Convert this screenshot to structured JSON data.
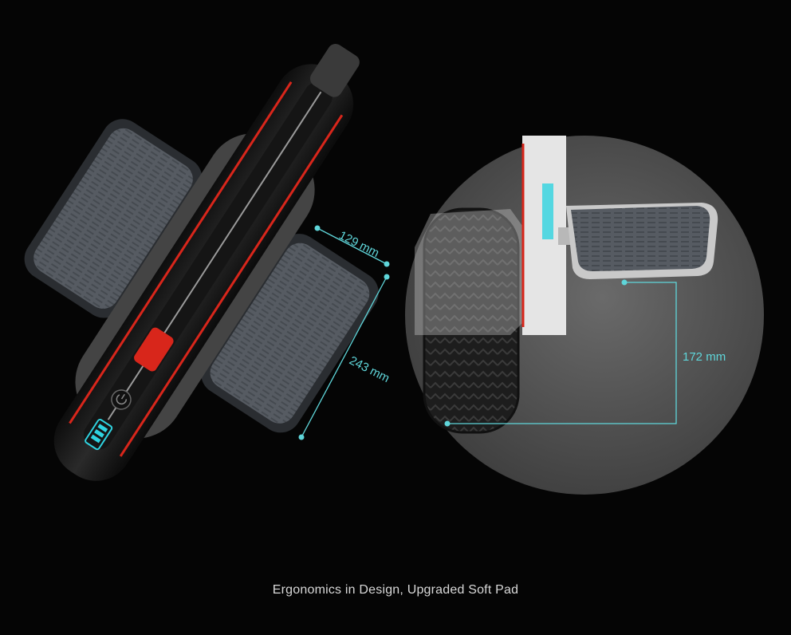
{
  "dimensions": {
    "pedal_width": "129 mm",
    "pedal_length": "243 mm",
    "pedal_height": "172 mm"
  },
  "caption": "Ergonomics in Design, Upgraded Soft Pad",
  "colors": {
    "background": "#050505",
    "accent_cyan": "#5fd6da",
    "accent_red": "#d8261b",
    "pad_gray": "#5b6067",
    "inset_circle": "#5a5a5a",
    "battery_cyan": "#2fd3e0"
  },
  "icons": [
    "power-button-icon",
    "battery-indicator-icon"
  ]
}
